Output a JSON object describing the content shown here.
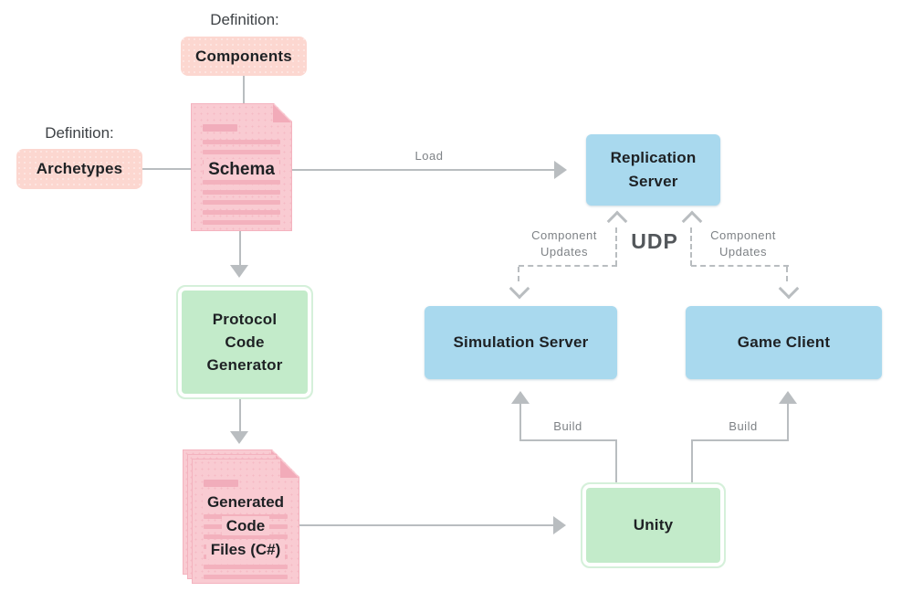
{
  "colors": {
    "pink_box": "#fcd7d0",
    "document_fill": "#f9cbd2",
    "document_line": "#f3b1bd",
    "blue_box": "#a9d9ee",
    "green_box": "#c3ebca",
    "arrow_gray": "#b9bdc0",
    "edge_label_gray": "#7e8286",
    "udp_text": "#53575b",
    "node_text": "#1e2124"
  },
  "nodes": {
    "definition_top": "Definition:",
    "components": "Components",
    "definition_left": "Definition:",
    "archetypes": "Archetypes",
    "schema": "Schema",
    "protocol_code_generator": {
      "line1": "Protocol",
      "line2": "Code",
      "line3": "Generator"
    },
    "generated_code_files": {
      "line1": "Generated",
      "line2": "Code",
      "line3": "Files (C#)"
    },
    "replication_server": {
      "line1": "Replication",
      "line2": "Server"
    },
    "simulation_server": "Simulation Server",
    "game_client": "Game Client",
    "unity": "Unity"
  },
  "edges": {
    "load": "Load",
    "udp": "UDP",
    "component_updates_left": {
      "line1": "Component",
      "line2": "Updates"
    },
    "component_updates_right": {
      "line1": "Component",
      "line2": "Updates"
    },
    "build_left": "Build",
    "build_right": "Build"
  }
}
